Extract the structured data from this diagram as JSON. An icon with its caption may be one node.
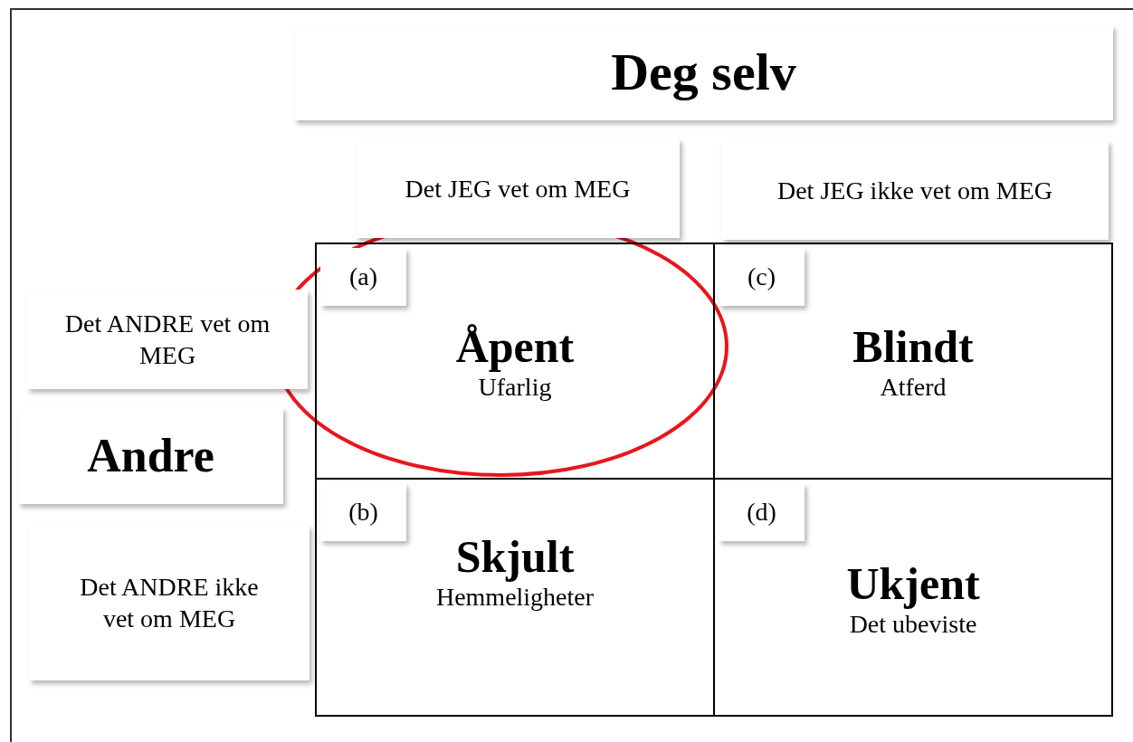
{
  "diagram": {
    "nodes": [
      {
        "text": [
          "Deg selv"
        ]
      },
      {
        "text": [
          "Det JEG vet om MEG"
        ]
      },
      {
        "text": [
          "Det JEG ikke vet om MEG"
        ]
      },
      {
        "text": [
          "Åpent",
          "Ufarlig"
        ]
      },
      {
        "text": [
          "(a)"
        ],
        "in": 3
      },
      {
        "text": [
          "Blindt",
          "Atferd"
        ]
      },
      {
        "text": [
          "(c)"
        ],
        "in": 5
      },
      {
        "text": [
          "Det ANDRE vet om MEG"
        ]
      },
      {
        "text": [
          "Andre"
        ]
      },
      {
        "text": [
          "Det ANDRE ikke vet om MEG"
        ]
      },
      {
        "text": [
          "Skjult",
          "Hemmeligheter"
        ]
      },
      {
        "text": [
          "(b)"
        ],
        "in": 10
      },
      {
        "text": [
          "Ukjent",
          "Det ubeviste"
        ]
      },
      {
        "text": [
          "(d)"
        ],
        "in": 12
      }
    ]
  }
}
